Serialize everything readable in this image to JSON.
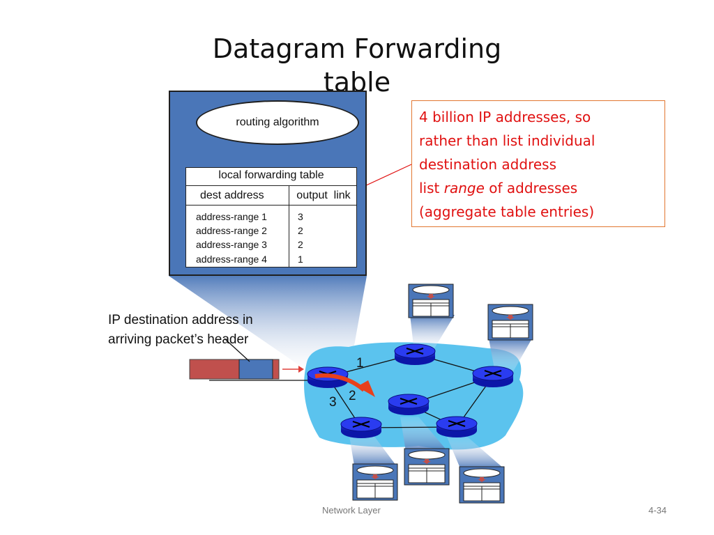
{
  "slide": {
    "title": "Datagram Forwarding\ntable",
    "footer_left": "Network Layer",
    "footer_right": "4-34"
  },
  "router": {
    "algorithm_label": "routing algorithm",
    "table": {
      "title": "local forwarding table",
      "col_dest": "dest address",
      "col_link": "output  link",
      "rows": [
        {
          "dest": "address-range 1",
          "link": "3"
        },
        {
          "dest": "address-range 2",
          "link": "2"
        },
        {
          "dest": "address-range 3",
          "link": "2"
        },
        {
          "dest": "address-range 4",
          "link": "1"
        }
      ]
    }
  },
  "callout": {
    "line1": "4 billion IP addresses, so",
    "line2": "rather than list individual",
    "line3": "destination address",
    "line4_pre": "list ",
    "line4_em": "range",
    "line4_post": " of addresses",
    "line5": "(aggregate table entries)"
  },
  "packet_label": {
    "line1": "IP destination address in",
    "line2": "arriving packet’s header"
  },
  "ports": {
    "p1": "1",
    "p2": "2",
    "p3": "3"
  },
  "colors": {
    "router_box": "#4a76b8",
    "network_cloud": "#5bc3ee",
    "router_node": "#1a2bd6",
    "callout_text": "#e01010",
    "callout_border": "#e2762f",
    "packet_body": "#c0504d",
    "packet_header": "#4a76b8",
    "flow_arrow": "#e8401c"
  }
}
